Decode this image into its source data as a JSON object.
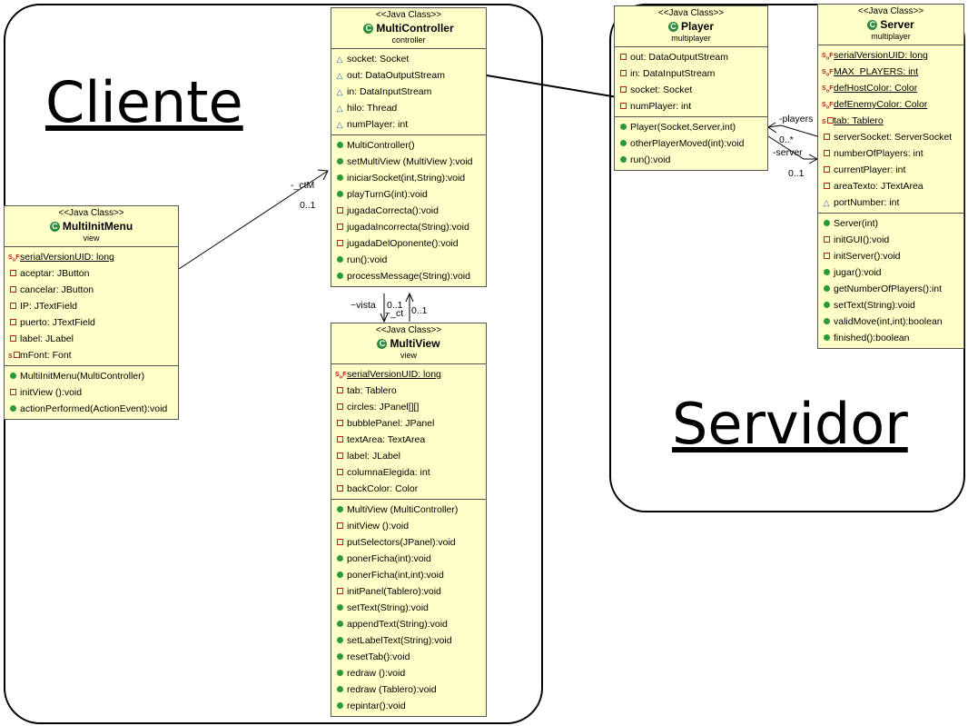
{
  "regions": {
    "cliente": "Cliente",
    "servidor": "Servidor"
  },
  "classes": {
    "multicontroller": {
      "stereotype": "<<Java Class>>",
      "name": "MultiController",
      "package": "controller",
      "attributes": [
        {
          "vis": "package",
          "text": "socket: Socket"
        },
        {
          "vis": "package",
          "text": "out: DataOutputStream"
        },
        {
          "vis": "package",
          "text": "in: DataInputStream"
        },
        {
          "vis": "package",
          "text": "hilo: Thread"
        },
        {
          "vis": "package",
          "text": "numPlayer: int"
        }
      ],
      "methods": [
        {
          "vis": "ctor",
          "text": "MultiController()"
        },
        {
          "vis": "public",
          "text": "setMultiView (MultiView ):void"
        },
        {
          "vis": "public",
          "text": "iniciarSocket(int,String):void"
        },
        {
          "vis": "public",
          "text": "playTurnG(int):void"
        },
        {
          "vis": "private",
          "text": "jugadaCorrecta():void"
        },
        {
          "vis": "private",
          "text": "jugadaIncorrecta(String):void"
        },
        {
          "vis": "private",
          "text": "jugadaDelOponente():void"
        },
        {
          "vis": "public",
          "text": "run():void"
        },
        {
          "vis": "public",
          "text": "processMessage(String):void"
        }
      ]
    },
    "multiinitmenu": {
      "stereotype": "<<Java Class>>",
      "name": "MultiInitMenu",
      "package": "view",
      "attributes": [
        {
          "vis": "sf",
          "text": "serialVersionUID: long",
          "underline": true
        },
        {
          "vis": "private",
          "text": "aceptar: JButton"
        },
        {
          "vis": "private",
          "text": "cancelar: JButton"
        },
        {
          "vis": "private",
          "text": "IP: JTextField"
        },
        {
          "vis": "private",
          "text": "puerto: JTextField"
        },
        {
          "vis": "private",
          "text": "label: JLabel"
        },
        {
          "vis": "s",
          "text": "mFont: Font"
        }
      ],
      "methods": [
        {
          "vis": "ctor",
          "text": "MultiInitMenu(MultiController)"
        },
        {
          "vis": "private",
          "text": "initView ():void"
        },
        {
          "vis": "public",
          "text": "actionPerformed(ActionEvent):void"
        }
      ]
    },
    "multiview": {
      "stereotype": "<<Java Class>>",
      "name": "MultiView",
      "package": "view",
      "attributes": [
        {
          "vis": "sf",
          "text": "serialVersionUID: long",
          "underline": true
        },
        {
          "vis": "private",
          "text": "tab: Tablero"
        },
        {
          "vis": "private",
          "text": "circles: JPanel[][]"
        },
        {
          "vis": "private",
          "text": "bubblePanel: JPanel"
        },
        {
          "vis": "private",
          "text": "textArea: TextArea"
        },
        {
          "vis": "private",
          "text": "label: JLabel"
        },
        {
          "vis": "private",
          "text": "columnaElegida: int"
        },
        {
          "vis": "private",
          "text": "backColor: Color"
        }
      ],
      "methods": [
        {
          "vis": "ctor",
          "text": "MultiView (MultiController)"
        },
        {
          "vis": "private",
          "text": "initView ():void"
        },
        {
          "vis": "private",
          "text": "putSelectors(JPanel):void"
        },
        {
          "vis": "public",
          "text": "ponerFicha(int):void"
        },
        {
          "vis": "public",
          "text": "ponerFicha(int,int):void"
        },
        {
          "vis": "private",
          "text": "initPanel(Tablero):void"
        },
        {
          "vis": "public",
          "text": "setText(String):void"
        },
        {
          "vis": "public",
          "text": "appendText(String):void"
        },
        {
          "vis": "public",
          "text": "setLabelText(String):void"
        },
        {
          "vis": "public",
          "text": "resetTab():void"
        },
        {
          "vis": "public",
          "text": "redraw ():void"
        },
        {
          "vis": "public",
          "text": "redraw (Tablero):void"
        },
        {
          "vis": "public",
          "text": "repintar():void"
        }
      ]
    },
    "player": {
      "stereotype": "<<Java Class>>",
      "name": "Player",
      "package": "multiplayer",
      "attributes": [
        {
          "vis": "private",
          "text": "out: DataOutputStream"
        },
        {
          "vis": "private",
          "text": "in: DataInputStream"
        },
        {
          "vis": "private",
          "text": "socket: Socket"
        },
        {
          "vis": "private",
          "text": "numPlayer: int"
        }
      ],
      "methods": [
        {
          "vis": "ctor",
          "text": "Player(Socket,Server,int)"
        },
        {
          "vis": "public",
          "text": "otherPlayerMoved(int):void"
        },
        {
          "vis": "public",
          "text": "run():void"
        }
      ]
    },
    "server": {
      "stereotype": "<<Java Class>>",
      "name": "Server",
      "package": "multiplayer",
      "attributes": [
        {
          "vis": "sf",
          "text": "serialVersionUID: long",
          "underline": true
        },
        {
          "vis": "sf",
          "text": "MAX_PLAYERS: int",
          "underline": true
        },
        {
          "vis": "sf",
          "text": "defHostColor: Color",
          "underline": true
        },
        {
          "vis": "sf",
          "text": "defEnemyColor: Color",
          "underline": true
        },
        {
          "vis": "s",
          "text": "tab: Tablero",
          "underline": true
        },
        {
          "vis": "private",
          "text": "serverSocket: ServerSocket"
        },
        {
          "vis": "private",
          "text": "numberOfPlayers: int"
        },
        {
          "vis": "private",
          "text": "currentPlayer: int"
        },
        {
          "vis": "private",
          "text": "areaTexto: JTextArea"
        },
        {
          "vis": "package",
          "text": "portNumber: int"
        }
      ],
      "methods": [
        {
          "vis": "ctor",
          "text": "Server(int)"
        },
        {
          "vis": "private",
          "text": "initGUI():void"
        },
        {
          "vis": "private",
          "text": "initServer():void"
        },
        {
          "vis": "public",
          "text": "jugar():void"
        },
        {
          "vis": "public",
          "text": "getNumberOfPlayers():int"
        },
        {
          "vis": "public",
          "text": "setText(String):void"
        },
        {
          "vis": "public",
          "text": "validMove(int,int):boolean"
        },
        {
          "vis": "public",
          "text": "finished():boolean"
        }
      ]
    }
  },
  "associations": {
    "menu_ctm_role": "-_ctM",
    "menu_ctm_mult": "0..1",
    "vista_role": "~vista",
    "vista_mult": "0..1",
    "ct_role": "~_ct",
    "ct_mult": "0..1",
    "players_role": "-players",
    "players_mult": "0..*",
    "server_role": "-server",
    "server_mult": "0..1"
  }
}
